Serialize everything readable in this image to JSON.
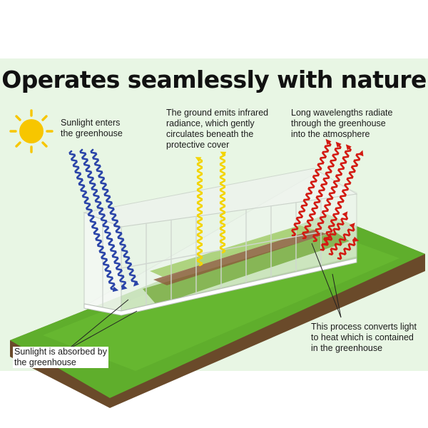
{
  "title": "Operates seamlessly with nature",
  "captions": {
    "sunlight_enters": "Sunlight enters\nthe greenhouse",
    "ground_emits": "The ground emits infrared\nradiance, which gently\ncirculates beneath the\nprotective cover",
    "long_wavelengths": "Long wavelengths radiate\nthrough the greenhouse\ninto the atmosphere",
    "absorbed": "Sunlight is absorbed by\nthe greenhouse",
    "process": "This process converts light\nto heat which is contained\nin the greenhouse"
  },
  "colors": {
    "sun": "#f7c600",
    "sunlight": "#2a44a8",
    "infrared": "#f3d400",
    "long_wave": "#d31a12",
    "grass": "#5fae2c",
    "background": "#e8f6e4"
  },
  "icons": [
    "sun-icon",
    "greenhouse-icon"
  ]
}
